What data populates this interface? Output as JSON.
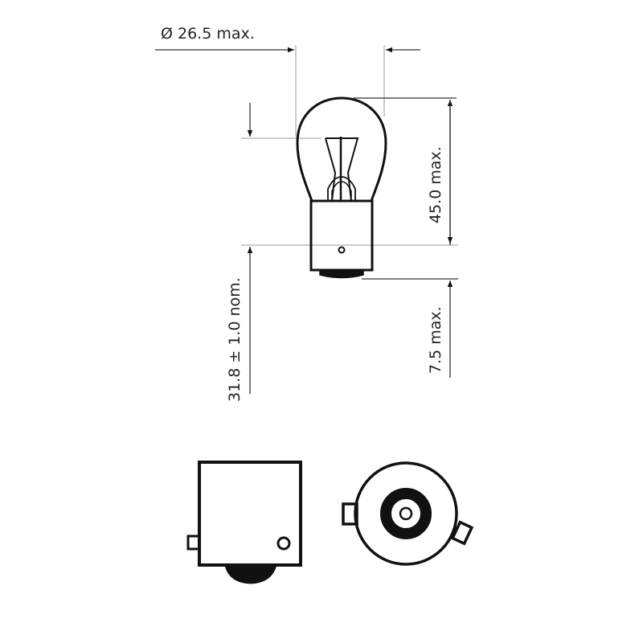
{
  "diagram": {
    "subject": "Automotive bulb, BA15 bayonet base, technical dimension drawing",
    "colors": {
      "line": "#111111",
      "dimension_line": "#333333",
      "extension_line": "#bbbbbb",
      "background": "#ffffff"
    },
    "dimensions": {
      "diameter": "Ø 26.5 max.",
      "overall_length": "45.0 max.",
      "light_center_length": "31.8 ± 1.0 nom.",
      "base_length": "7.5 max."
    },
    "views": {
      "front": "bulb-side-view",
      "base_side": "base-side-view",
      "base_bottom": "base-bottom-view"
    }
  }
}
